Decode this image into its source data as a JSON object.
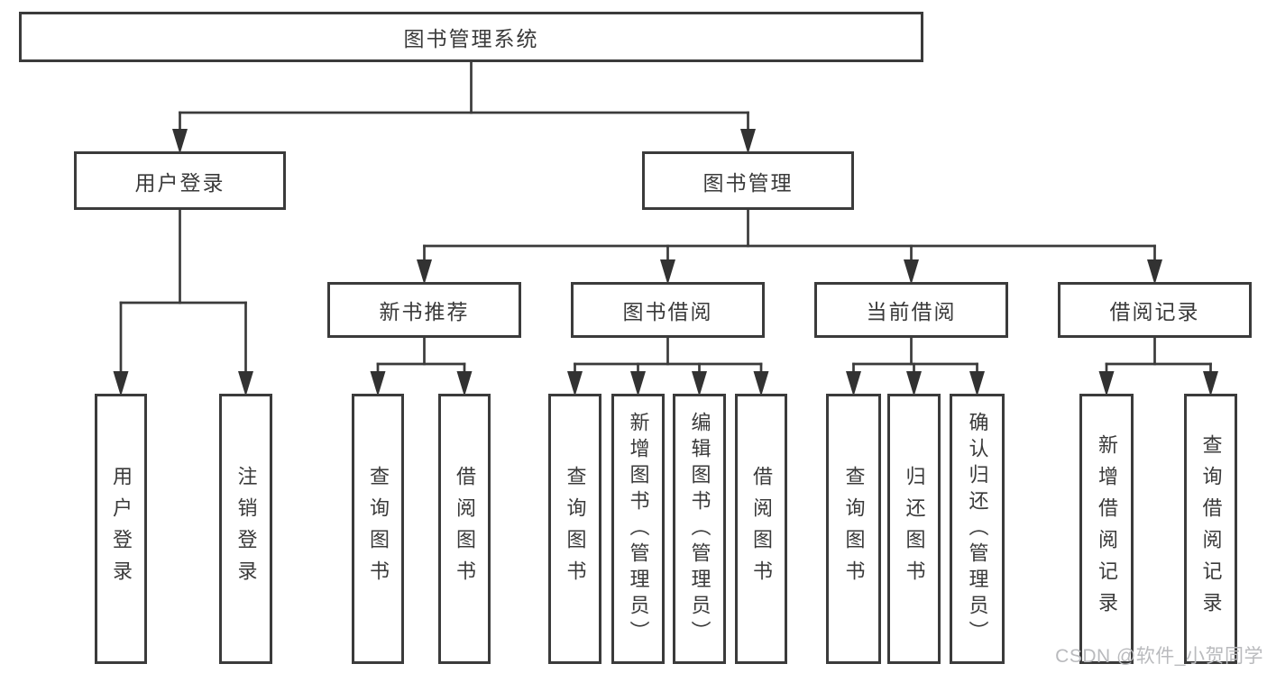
{
  "diagram": {
    "tree": {
      "id": "root",
      "label": "图书管理系统",
      "children": [
        {
          "id": "user-login",
          "label": "用户登录",
          "children": [
            {
              "id": "login",
              "label": "用户登录"
            },
            {
              "id": "logout",
              "label": "注销登录"
            }
          ]
        },
        {
          "id": "book-mgmt",
          "label": "图书管理",
          "children": [
            {
              "id": "new-books",
              "label": "新书推荐",
              "children": [
                {
                  "id": "nb-query",
                  "label": "查询图书"
                },
                {
                  "id": "nb-borrow",
                  "label": "借阅图书"
                }
              ]
            },
            {
              "id": "book-borrow",
              "label": "图书借阅",
              "children": [
                {
                  "id": "bb-query",
                  "label": "查询图书"
                },
                {
                  "id": "bb-add",
                  "label": "新增图书（管理员）"
                },
                {
                  "id": "bb-edit",
                  "label": "编辑图书（管理员）"
                },
                {
                  "id": "bb-borrow",
                  "label": "借阅图书"
                }
              ]
            },
            {
              "id": "current-borrow",
              "label": "当前借阅",
              "children": [
                {
                  "id": "cb-query",
                  "label": "查询图书"
                },
                {
                  "id": "cb-return",
                  "label": "归还图书"
                },
                {
                  "id": "cb-confirm",
                  "label": "确认归还（管理员）"
                }
              ]
            },
            {
              "id": "borrow-records",
              "label": "借阅记录",
              "children": [
                {
                  "id": "br-add",
                  "label": "新增借阅记录"
                },
                {
                  "id": "br-query",
                  "label": "查询借阅记录"
                }
              ]
            }
          ]
        }
      ]
    }
  },
  "watermark": {
    "text": "CSDN @软件_小贺同学"
  },
  "colors": {
    "background": "#ffffff",
    "box_fill": "#ffffff",
    "box_border": "#3b3b3b",
    "line": "#3b3b3b",
    "arrow": "#323232",
    "text": "#3a3a3a",
    "watermark": "#b9babd"
  }
}
